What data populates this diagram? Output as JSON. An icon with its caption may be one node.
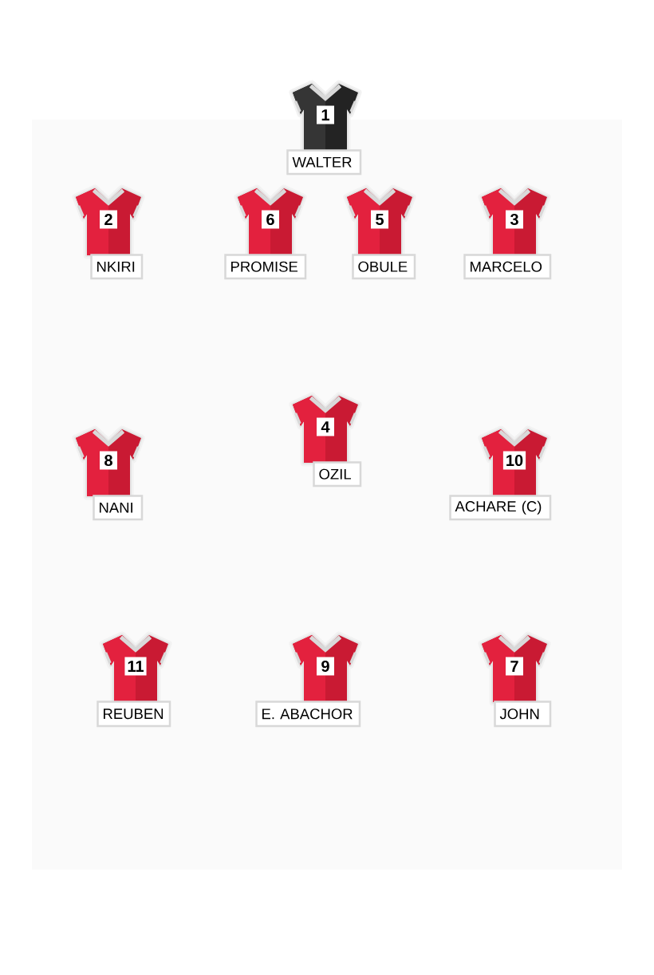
{
  "diagram": {
    "nodes": [
      {
        "text": [
          "1"
        ]
      },
      {
        "text": [
          "WALTER"
        ]
      },
      {
        "text": [
          "2"
        ]
      },
      {
        "text": [
          "NKIRI"
        ]
      },
      {
        "text": [
          "6"
        ]
      },
      {
        "text": [
          "PROMISE"
        ]
      },
      {
        "text": [
          "5"
        ]
      },
      {
        "text": [
          "OBULE"
        ]
      },
      {
        "text": [
          "3"
        ]
      },
      {
        "text": [
          "MARCELO"
        ]
      },
      {
        "text": [
          "8"
        ]
      },
      {
        "text": [
          "NANI"
        ]
      },
      {
        "text": [
          "4"
        ]
      },
      {
        "text": [
          "OZIL"
        ]
      },
      {
        "text": [
          "10"
        ]
      },
      {
        "text": [
          "ACHARE (C)"
        ]
      },
      {
        "text": [
          "11"
        ]
      },
      {
        "text": [
          "REUBEN"
        ]
      },
      {
        "text": [
          "9"
        ]
      },
      {
        "text": [
          "E. ABACHOR"
        ]
      },
      {
        "text": [
          "7"
        ]
      },
      {
        "text": [
          "JOHN"
        ]
      }
    ]
  }
}
